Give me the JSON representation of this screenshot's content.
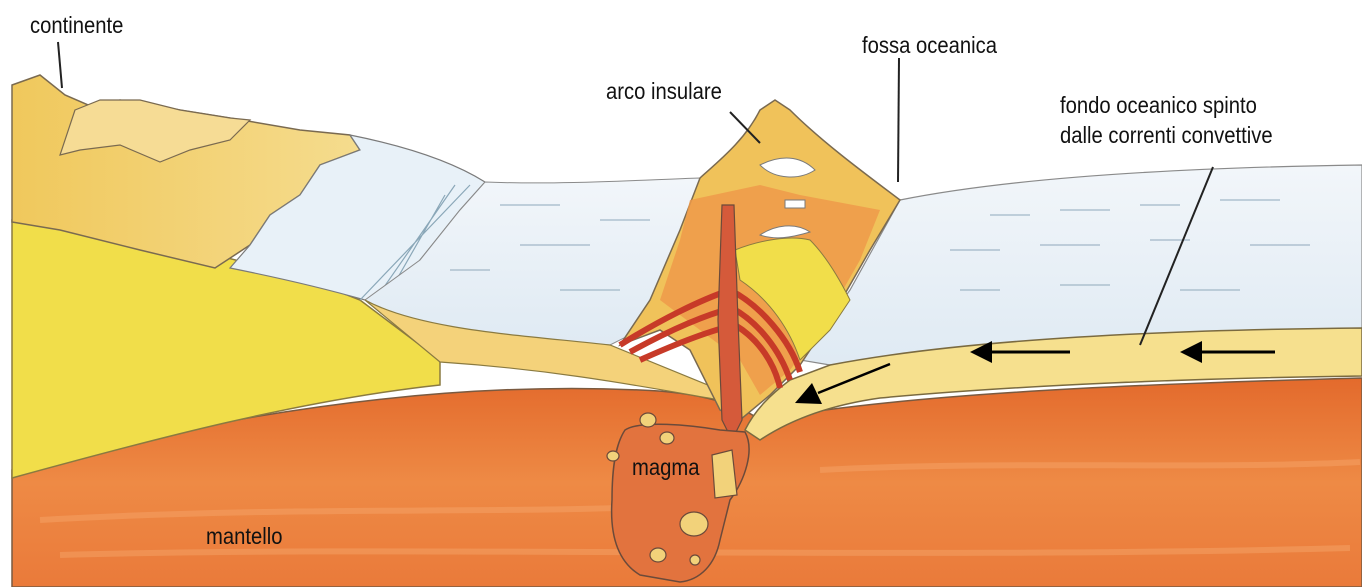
{
  "labels": {
    "continente": "continente",
    "arco_insulare": "arco insulare",
    "fossa_oceanica": "fossa oceanica",
    "fondo_oceanico_line1": "fondo oceanico spinto",
    "fondo_oceanico_line2": "dalle correnti convettive",
    "magma": "magma",
    "mantello": "mantello"
  },
  "colors": {
    "mantle": "#e8702f",
    "mantle_light": "#f29a55",
    "crust": "#f4d27a",
    "crust_yellow": "#f1de4a",
    "continent": "#efc25a",
    "ocean": "#e4eef6",
    "volcano_red": "#d1452e",
    "outline": "#6b6b6b",
    "arrow": "#000000"
  }
}
